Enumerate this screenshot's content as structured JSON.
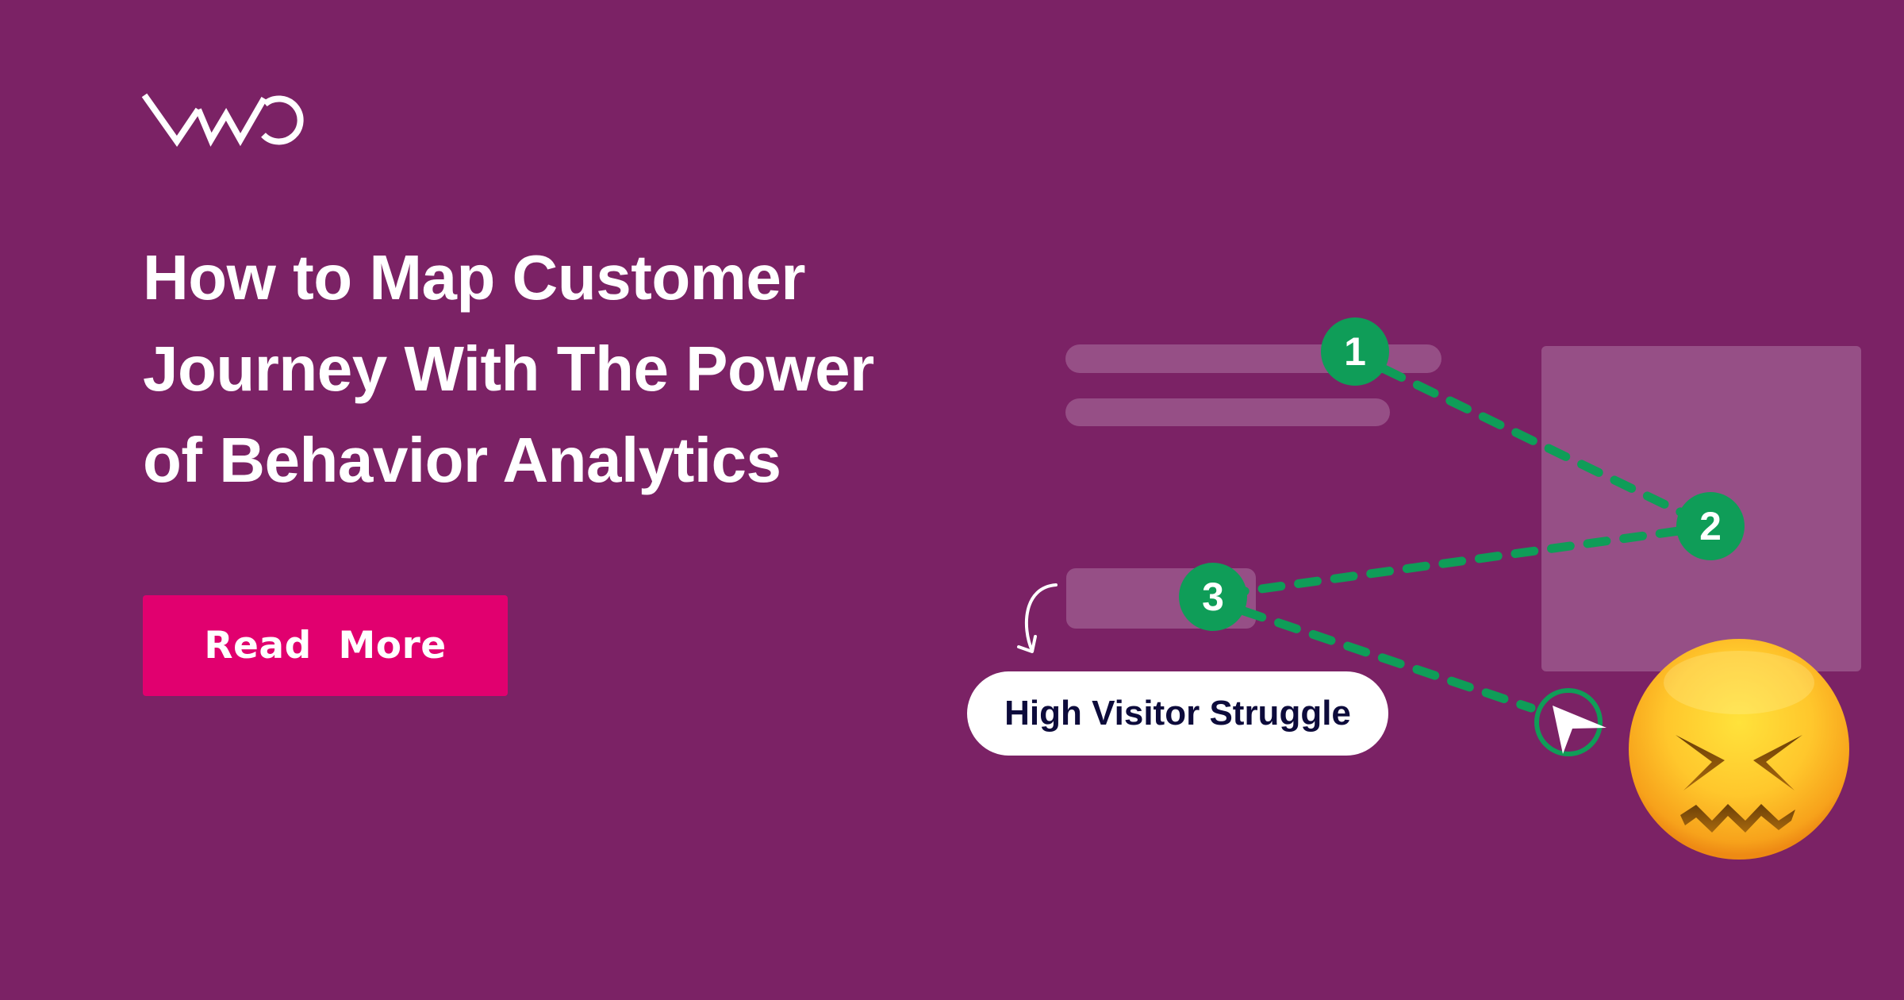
{
  "brand": {
    "logo_text": "VWO",
    "logo_icon": "vwo-logo-icon",
    "background_color": "#7B2265"
  },
  "hero": {
    "title_lines": [
      "How to Map Customer",
      "Journey With The Power",
      "of Behavior Analytics"
    ],
    "cta_label": "Read  More",
    "cta_color": "#E1006F"
  },
  "illustration": {
    "steps": [
      {
        "number": "1"
      },
      {
        "number": "2"
      },
      {
        "number": "3"
      }
    ],
    "step_color": "#0F9D58",
    "placeholder_color": "#964F86",
    "struggle_label": "High Visitor Struggle",
    "icons": {
      "cursor": "mouse-cursor-icon",
      "emoji": "confounded-face-emoji",
      "arrow": "curved-arrow-icon"
    }
  }
}
